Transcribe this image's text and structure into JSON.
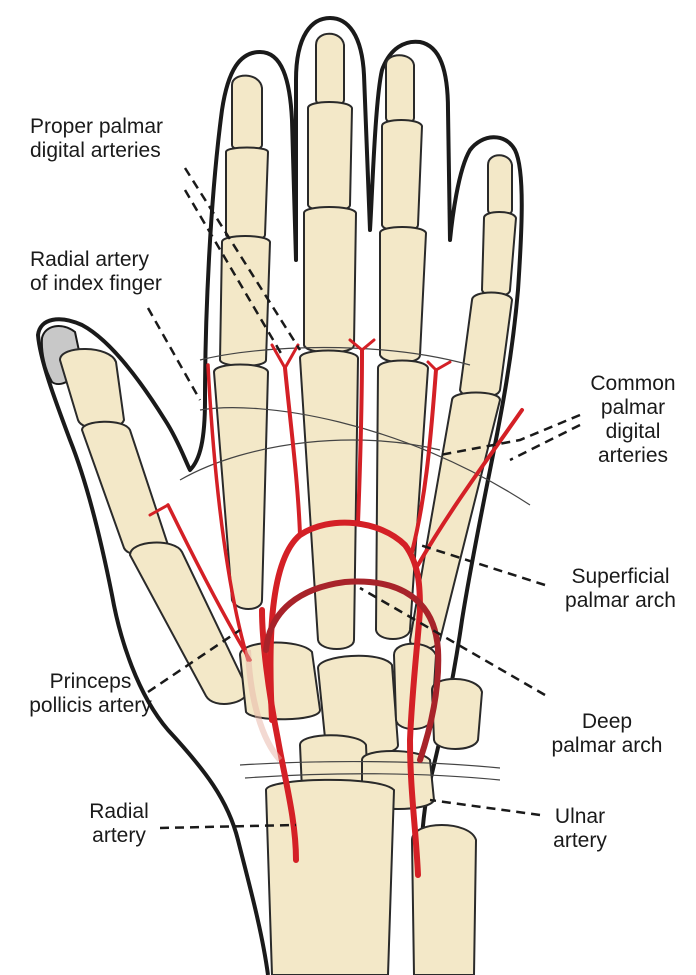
{
  "figure": {
    "colors": {
      "skin_outline": "#1a1a1a",
      "bone_fill": "#f3e8c8",
      "bone_stroke": "#2a2a2a",
      "artery": "#d42026",
      "deep_arch": "#a8232a",
      "nail": "#c8c8c8",
      "leader": "#1a1a1a"
    },
    "labels": {
      "proper_palmar_digital": [
        "Proper palmar",
        "digital arteries"
      ],
      "radial_artery_index": [
        "Radial artery",
        "of index finger"
      ],
      "common_palmar_digital": [
        "Common",
        "palmar",
        "digital",
        "arteries"
      ],
      "superficial_palmar_arch": [
        "Superficial",
        "palmar arch"
      ],
      "princeps_pollicis": [
        "Princeps",
        "pollicis artery"
      ],
      "deep_palmar_arch": [
        "Deep",
        "palmar arch"
      ],
      "radial_artery": [
        "Radial",
        "artery"
      ],
      "ulnar_artery": [
        "Ulnar",
        "artery"
      ]
    }
  }
}
